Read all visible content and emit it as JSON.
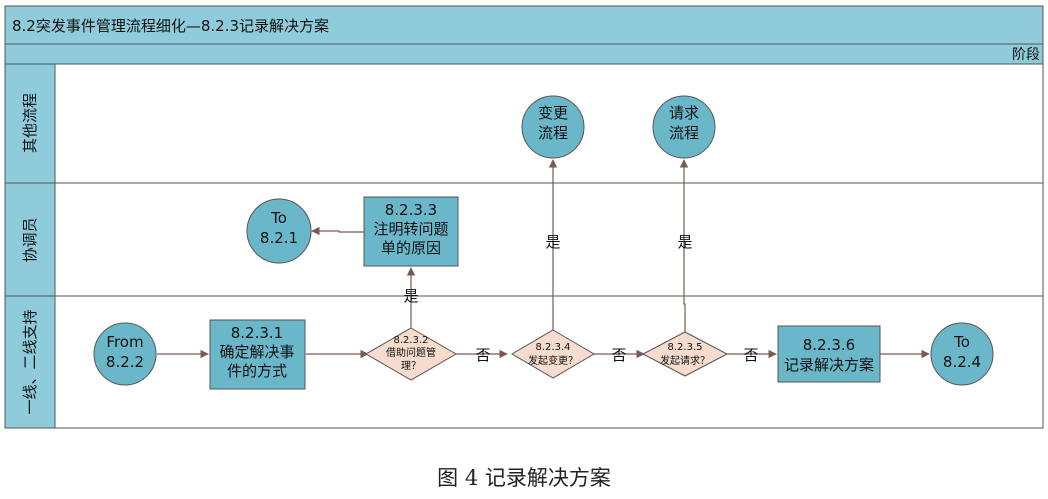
{
  "title": "8.2突发事件管理流程细化—8.2.3记录解决方案",
  "phase_label": "阶段",
  "lanes": [
    {
      "id": "other",
      "label": "其他流程"
    },
    {
      "id": "coord",
      "label": "协调员"
    },
    {
      "id": "support",
      "label": "一线、二线支持"
    }
  ],
  "nodes": {
    "change": {
      "lines": [
        "变更",
        "流程"
      ]
    },
    "request": {
      "lines": [
        "请求",
        "流程"
      ]
    },
    "to821": {
      "lines": [
        "To",
        "8.2.1"
      ]
    },
    "n8233": {
      "lines": [
        "8.2.3.3",
        "注明转问题",
        "单的原因"
      ]
    },
    "from822": {
      "lines": [
        "From",
        "8.2.2"
      ]
    },
    "n8231": {
      "lines": [
        "8.2.3.1",
        "确定解决事",
        "件的方式"
      ]
    },
    "d8232": {
      "lines": [
        "8.2.3.2",
        "借助问题管",
        "理？"
      ]
    },
    "d8234": {
      "lines": [
        "8.2.3.4",
        "发起变更？"
      ]
    },
    "d8235": {
      "lines": [
        "8.2.3.5",
        "发起请求？"
      ]
    },
    "n8236": {
      "lines": [
        "8.2.3.6",
        "记录解决方案"
      ]
    },
    "to824": {
      "lines": [
        "To",
        "8.2.4"
      ]
    }
  },
  "edge_labels": {
    "yes": "是",
    "no": "否"
  },
  "caption": "图 4 记录解决方案",
  "colors": {
    "shape_fill": "#6ab7c9",
    "header_fill": "#8ecbdb",
    "diamond_fill": "#f5dccd",
    "arrow": "#7a5a55",
    "border": "#555555"
  }
}
